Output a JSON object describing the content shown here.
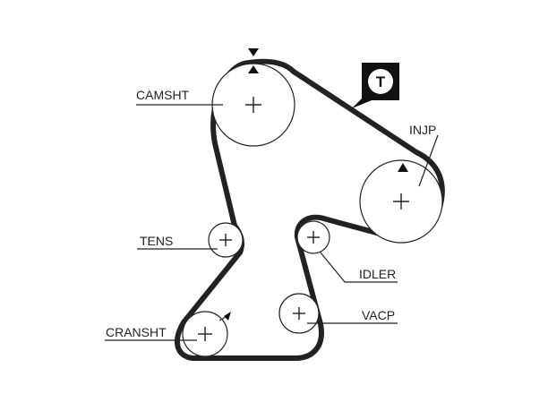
{
  "diagram": {
    "labels": {
      "camshaft": "CAMSHT",
      "injection_pump": "INJP",
      "tensioner": "TENS",
      "idler": "IDLER",
      "vacuum_pump": "VACP",
      "crankshaft": "CRANSHT"
    },
    "tensioner_badge": "T",
    "colors": {
      "line": "#222222",
      "background": "#ffffff"
    }
  }
}
